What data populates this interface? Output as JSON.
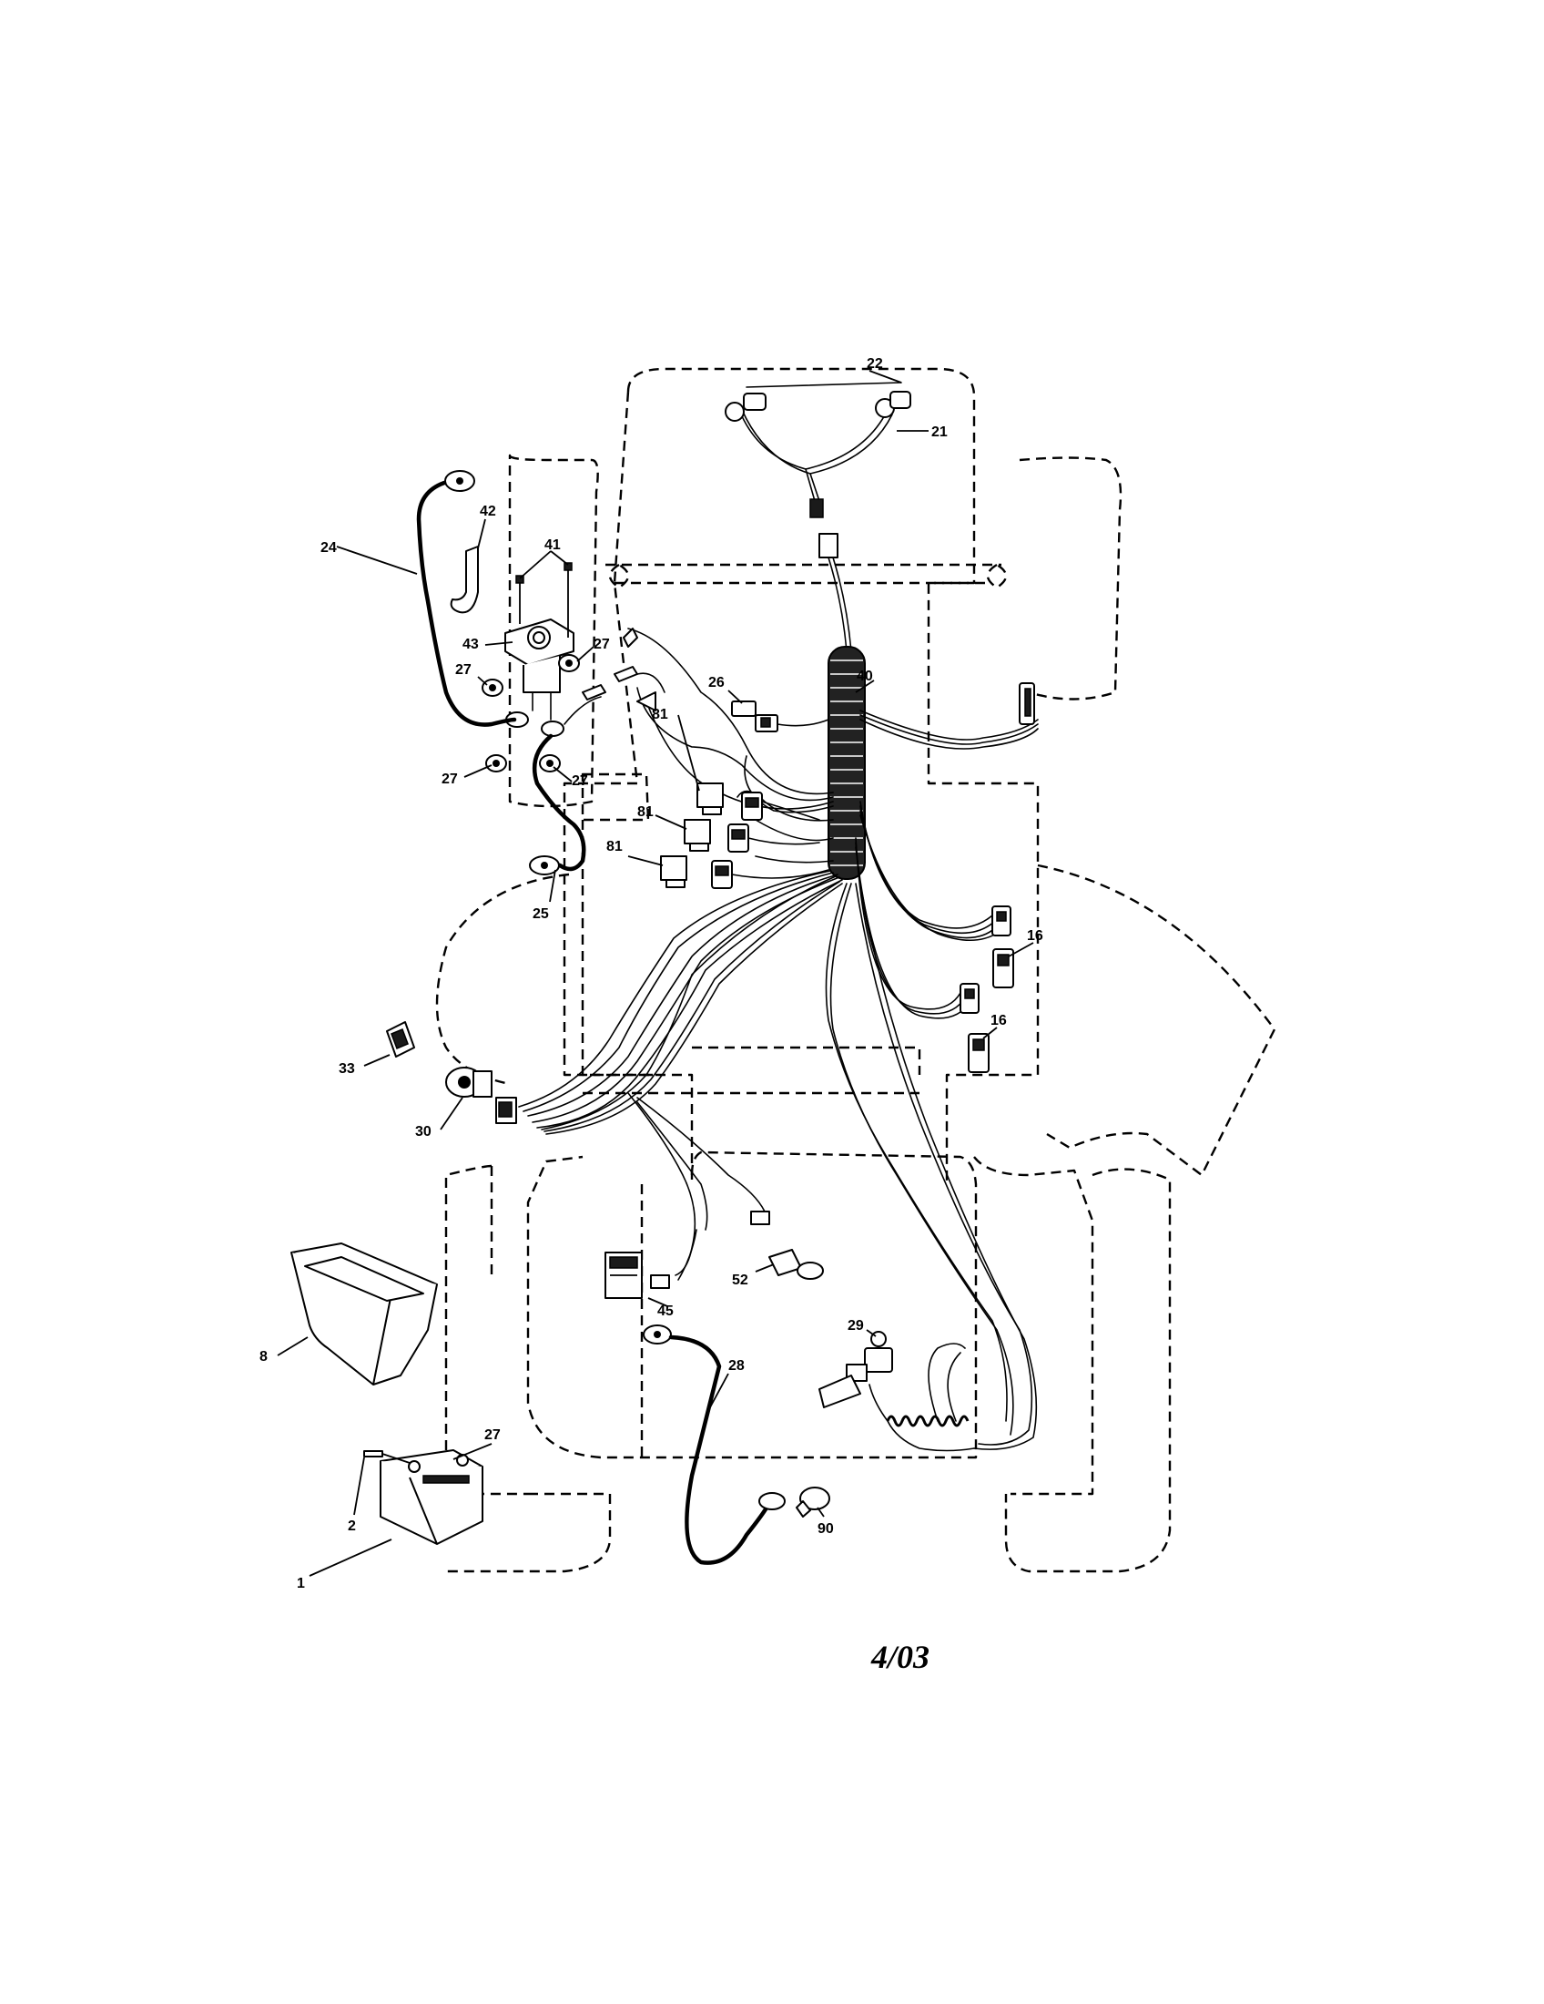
{
  "callouts": {
    "c22": "22",
    "c21": "21",
    "c24": "24",
    "c42": "42",
    "c41": "41",
    "c43": "43",
    "c27a": "27",
    "c27b": "27",
    "c27c": "27",
    "c27d": "27",
    "c26": "26",
    "c40": "40",
    "c81a": "81",
    "c81b": "81",
    "c81c": "81",
    "c25": "25",
    "c16a": "16",
    "c16b": "16",
    "c33": "33",
    "c30": "30",
    "c8": "8",
    "c45": "45",
    "c52": "52",
    "c29": "29",
    "c28": "28",
    "c27e": "27",
    "c2": "2",
    "c1": "1",
    "c90": "90"
  },
  "date_stamp": "4/03"
}
